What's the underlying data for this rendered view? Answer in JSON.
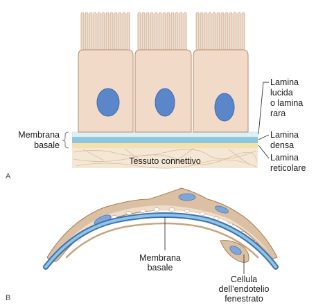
{
  "panel_a": {
    "panel_label": "A",
    "labels": {
      "lucida_line1": "Lamina",
      "lucida_line2": "lucida",
      "lucida_line3": "o lamina",
      "lucida_line4": "rara",
      "densa_line1": "Lamina",
      "densa_line2": "densa",
      "reticolare_line1": "Lamina",
      "reticolare_line2": "reticolare",
      "membrana_line1": "Membrana",
      "membrana_line2": "basale",
      "connective": "Tessuto connettivo"
    }
  },
  "panel_b": {
    "panel_label": "B",
    "labels": {
      "membrana_line1": "Membrana",
      "membrana_line2": "basale",
      "cell_line1": "Cellula",
      "cell_line2": "dell’endotelio",
      "cell_line3": "fenestrato"
    }
  },
  "colors": {
    "cell_fill": "#f1dbc8",
    "cell_stroke": "#b08c6c",
    "nucleus": "#5b86c9",
    "lucida": "#dfeff6",
    "densa": "#8ec6dd",
    "reticolare": "#f3e2b0",
    "connective": "#f4e7d6",
    "endothelium": "#dcc0a4",
    "membrane_curve": "#5d8fd2"
  }
}
